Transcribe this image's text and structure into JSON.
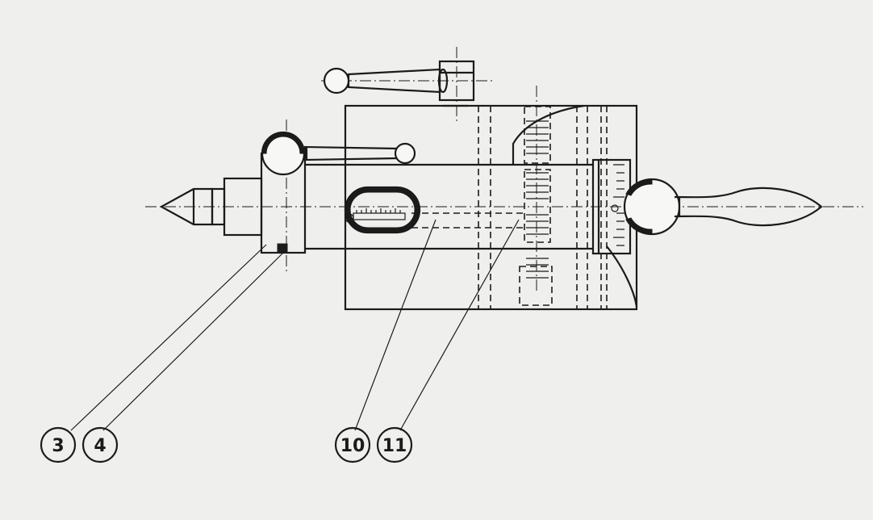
{
  "callouts": [
    {
      "id": "c3",
      "label": "3"
    },
    {
      "id": "c4",
      "label": "4"
    },
    {
      "id": "c10",
      "label": "10"
    },
    {
      "id": "c11",
      "label": "11"
    }
  ],
  "colors": {
    "ink": "#1b1b1b",
    "paper": "#efefed"
  }
}
